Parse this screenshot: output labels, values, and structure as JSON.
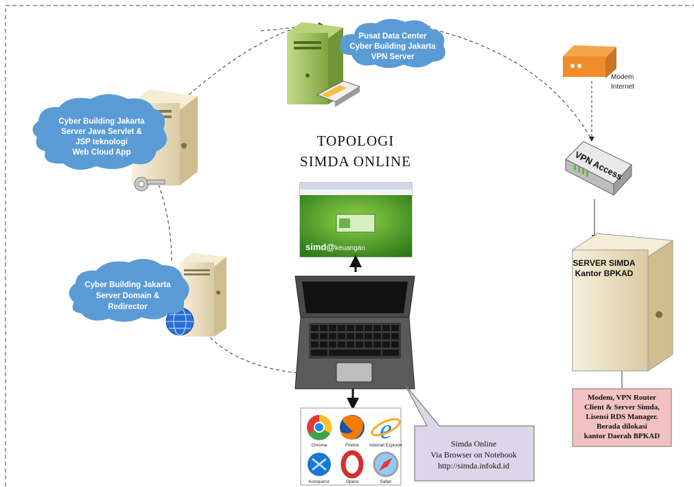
{
  "title": {
    "line1": "TOPOLOGI",
    "line2": "SIMDA ONLINE"
  },
  "clouds": {
    "datacenter": [
      "Pusat Data Center",
      "Cyber Building Jakarta",
      "VPN Server"
    ],
    "java": [
      "Cyber Building Jakarta",
      "Server Java Servlet  &",
      "JSP teknologi",
      "Web Cloud App"
    ],
    "domain": [
      "Cyber Building Jakarta",
      "Server Domain &",
      "Redirector"
    ]
  },
  "modem": {
    "line1": "Modem",
    "line2": "Internet"
  },
  "vpn_access": {
    "label": "VPN Access"
  },
  "server_simda": {
    "line1": "SERVER SIMDA",
    "line2": "Kantor BPKAD"
  },
  "modem_note": [
    "Modem, VPN Router",
    "Client & Server Simda,",
    "Lisensi RDS Manager.",
    "Berada dilokasi",
    "kantor Daerah BPKAD"
  ],
  "simda_callout": [
    "Simda Online",
    "Via Browser on  Notebook",
    "http://simda.infokd.id"
  ],
  "screenshot": {
    "logo": "simd@",
    "logo_suffix": "keuangan"
  },
  "browsers": [
    "Chrome",
    "Firefox",
    "Internet Explorer",
    "Konqueror",
    "Opera",
    "Safari"
  ],
  "colors": {
    "cloud": "#5b9bd5",
    "note_box": "#f2c2c2",
    "callout": "#ddd6ea",
    "server_body": "#ede3c4",
    "green_server": "#9cbf5a"
  }
}
